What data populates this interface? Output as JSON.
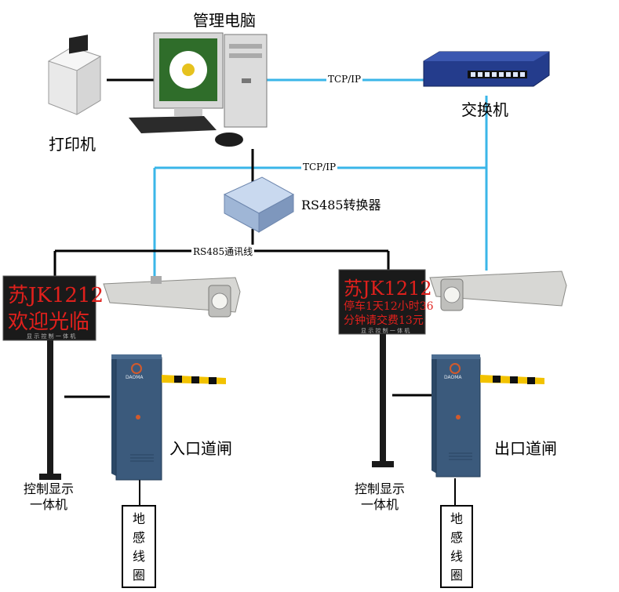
{
  "labels": {
    "management_pc": "管理电脑",
    "printer": "打印机",
    "switch": "交换机",
    "rs485_converter": "RS485转换器",
    "tcpip_top": "TCP/IP",
    "tcpip_mid": "TCP/IP",
    "rs485_line": "RS485通讯线",
    "entry_gate": "入口道闸",
    "exit_gate": "出口道闸",
    "control_display_left_1": "控制显示",
    "control_display_left_2": "一体机",
    "control_display_right_1": "控制显示",
    "control_display_right_2": "一体机",
    "loop_left": [
      "地",
      "感",
      "线",
      "圈"
    ],
    "loop_right": [
      "地",
      "感",
      "线",
      "圈"
    ]
  },
  "displays": {
    "left": {
      "line1": "苏JK1212",
      "line2": "欢迎光临",
      "footer": "显 示 控 制 一 体 机"
    },
    "right": {
      "line1": "苏JK1212",
      "line2": "停车1天12小时36",
      "line3": "分钟请交费13元",
      "footer": "显 示 控 制 一 体 机"
    }
  },
  "gate_brand": "DAOMA",
  "colors": {
    "tcpip_line": "#3ab6e8",
    "rs485_line": "#000000",
    "led_red": "#e0201c",
    "gate_body": "#3b5a7c"
  }
}
